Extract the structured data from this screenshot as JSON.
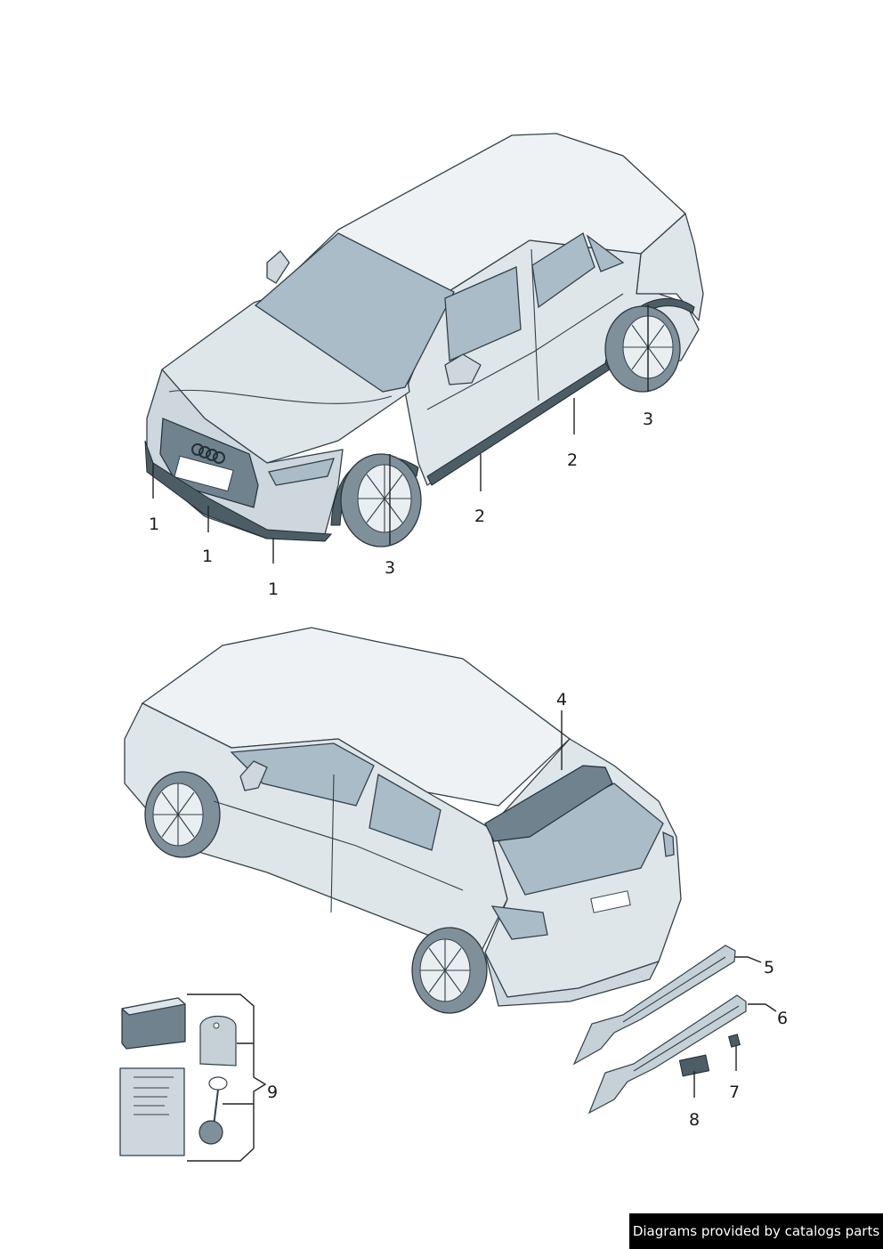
{
  "callouts": {
    "c1a": "1",
    "c1b": "1",
    "c1c": "1",
    "c2a": "2",
    "c2b": "2",
    "c3a": "3",
    "c3b": "3",
    "c4": "4",
    "c5": "5",
    "c6": "6",
    "c7": "7",
    "c8": "8",
    "c9": "9"
  },
  "footer": {
    "credit": "Diagrams provided by catalogs parts"
  },
  "colors": {
    "body": "#dfe6ea",
    "glass": "#a9bcc7",
    "outline": "#33414a",
    "trim": "#4d5d66"
  }
}
